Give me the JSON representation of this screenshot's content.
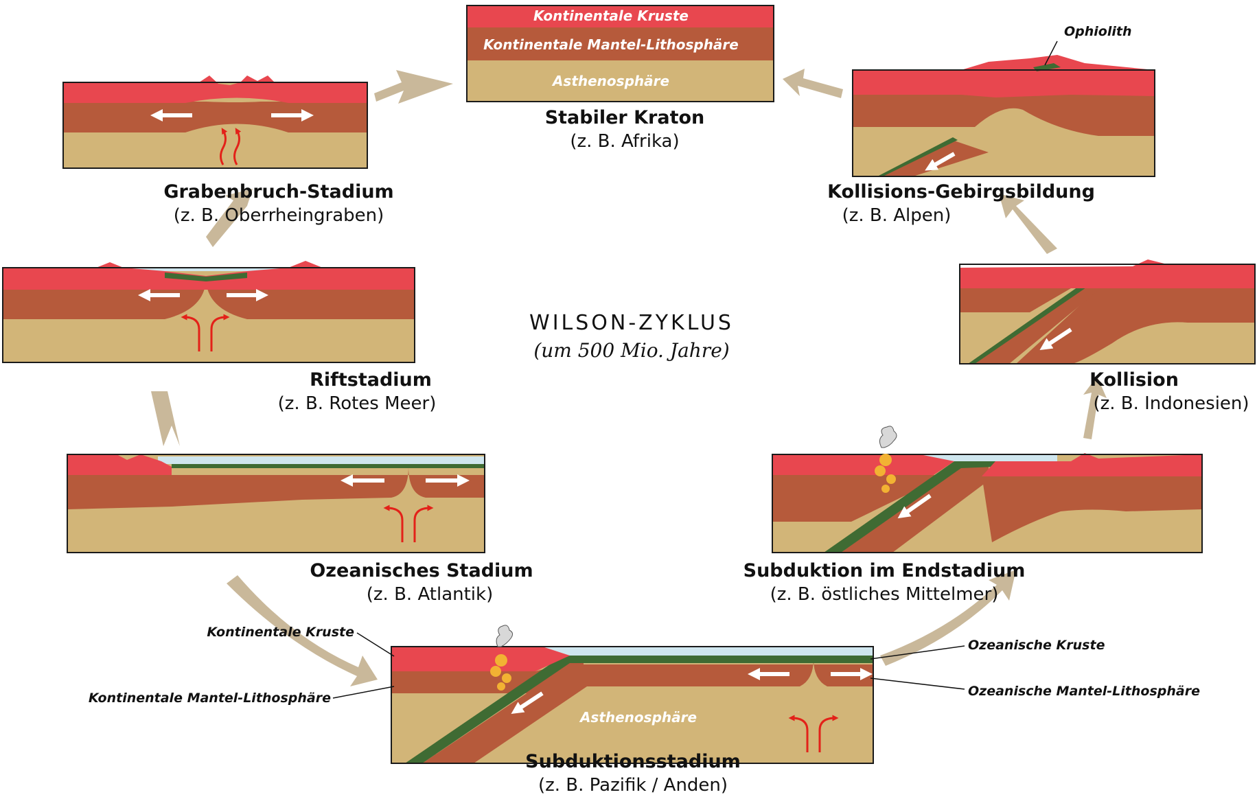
{
  "colors": {
    "crust": "#e8474f",
    "mantle_lithosphere": "#b65a3b",
    "asthenosphere": "#d2b578",
    "oceanic_crust": "#3f6b33",
    "ocean": "#cfe6ee",
    "cycle_arrow": "#c9b89a",
    "heat_arrow": "#e32119",
    "magma": "#f2b233"
  },
  "cycle": {
    "title": "WILSON-ZYKLUS",
    "subtitle": "(um 500 Mio. Jahre)"
  },
  "stages": {
    "kraton": {
      "title": "Stabiler Kraton",
      "example": "(z. B. Afrika)",
      "layers": {
        "crust": "Kontinentale Kruste",
        "mantle": "Kontinentale Mantel-Lithosphäre",
        "astheno": "Asthenosphäre"
      }
    },
    "graben": {
      "title": "Grabenbruch-Stadium",
      "example": "(z. B. Oberrheingraben)"
    },
    "rift": {
      "title": "Riftstadium",
      "example": "(z. B. Rotes Meer)"
    },
    "ocean": {
      "title": "Ozeanisches Stadium",
      "example": "(z. B. Atlantik)"
    },
    "subduction": {
      "title": "Subduktionsstadium",
      "example": "(z. B. Pazifik / Anden)",
      "asthenosphere_label": "Asthenosphäre",
      "callouts": {
        "continental_crust": "Kontinentale Kruste",
        "continental_mantle": "Kontinentale Mantel-Lithosphäre",
        "oceanic_crust": "Ozeanische Kruste",
        "oceanic_mantle": "Ozeanische Mantel-Lithosphäre"
      }
    },
    "end_subduction": {
      "title": "Subduktion im Endstadium",
      "example": "(z. B. östliches Mittelmer)"
    },
    "collision": {
      "title": "Kollision",
      "example": "(z. B. Indonesien)"
    },
    "orogeny": {
      "title": "Kollisions-Gebirgsbildung",
      "example": "(z. B. Alpen)",
      "ophiolite_label": "Ophiolith"
    }
  }
}
